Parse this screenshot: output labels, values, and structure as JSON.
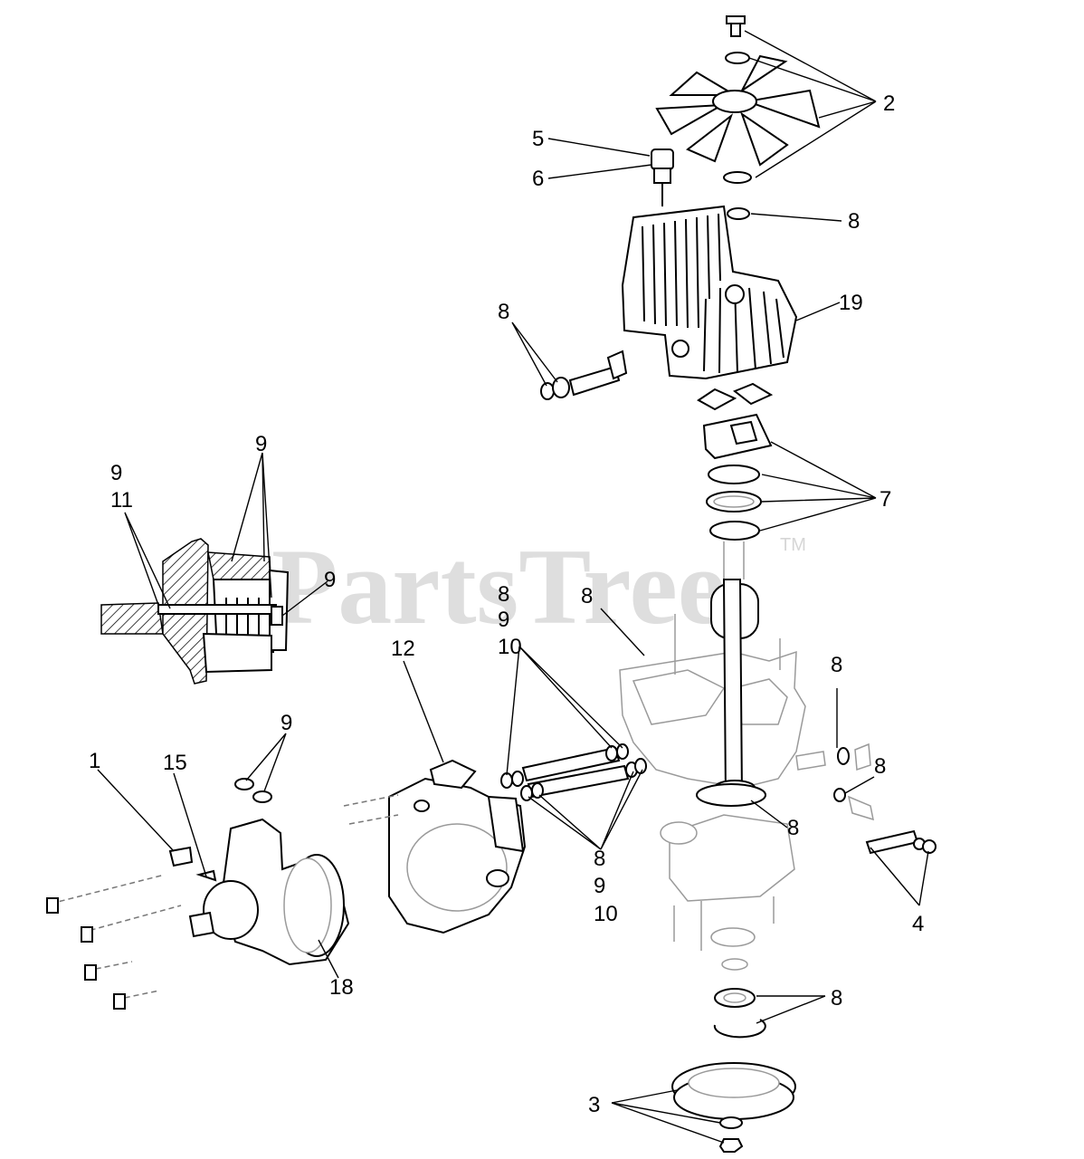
{
  "watermark": {
    "brand": "PartsTree",
    "mark": "TM"
  },
  "callouts": [
    {
      "id": "c2",
      "text": "2"
    },
    {
      "id": "c5",
      "text": "5"
    },
    {
      "id": "c6",
      "text": "6"
    },
    {
      "id": "c8a",
      "text": "8"
    },
    {
      "id": "c19",
      "text": "19"
    },
    {
      "id": "c8b",
      "text": "8"
    },
    {
      "id": "c7",
      "text": "7"
    },
    {
      "id": "c9a",
      "text": "9"
    },
    {
      "id": "c9b",
      "text": "9"
    },
    {
      "id": "c11",
      "text": "11"
    },
    {
      "id": "c9c",
      "text": "9"
    },
    {
      "id": "c8c",
      "text": "8"
    },
    {
      "id": "c9d",
      "text": "9"
    },
    {
      "id": "c10a",
      "text": "10"
    },
    {
      "id": "c8d",
      "text": "8"
    },
    {
      "id": "c12",
      "text": "12"
    },
    {
      "id": "c8e",
      "text": "8"
    },
    {
      "id": "c9e",
      "text": "9"
    },
    {
      "id": "c8f",
      "text": "8"
    },
    {
      "id": "c1",
      "text": "1"
    },
    {
      "id": "c15",
      "text": "15"
    },
    {
      "id": "c8g",
      "text": "8"
    },
    {
      "id": "c8h",
      "text": "8"
    },
    {
      "id": "c9f",
      "text": "9"
    },
    {
      "id": "c10b",
      "text": "10"
    },
    {
      "id": "c4",
      "text": "4"
    },
    {
      "id": "c18",
      "text": "18"
    },
    {
      "id": "c8i",
      "text": "8"
    },
    {
      "id": "c3",
      "text": "3"
    }
  ]
}
